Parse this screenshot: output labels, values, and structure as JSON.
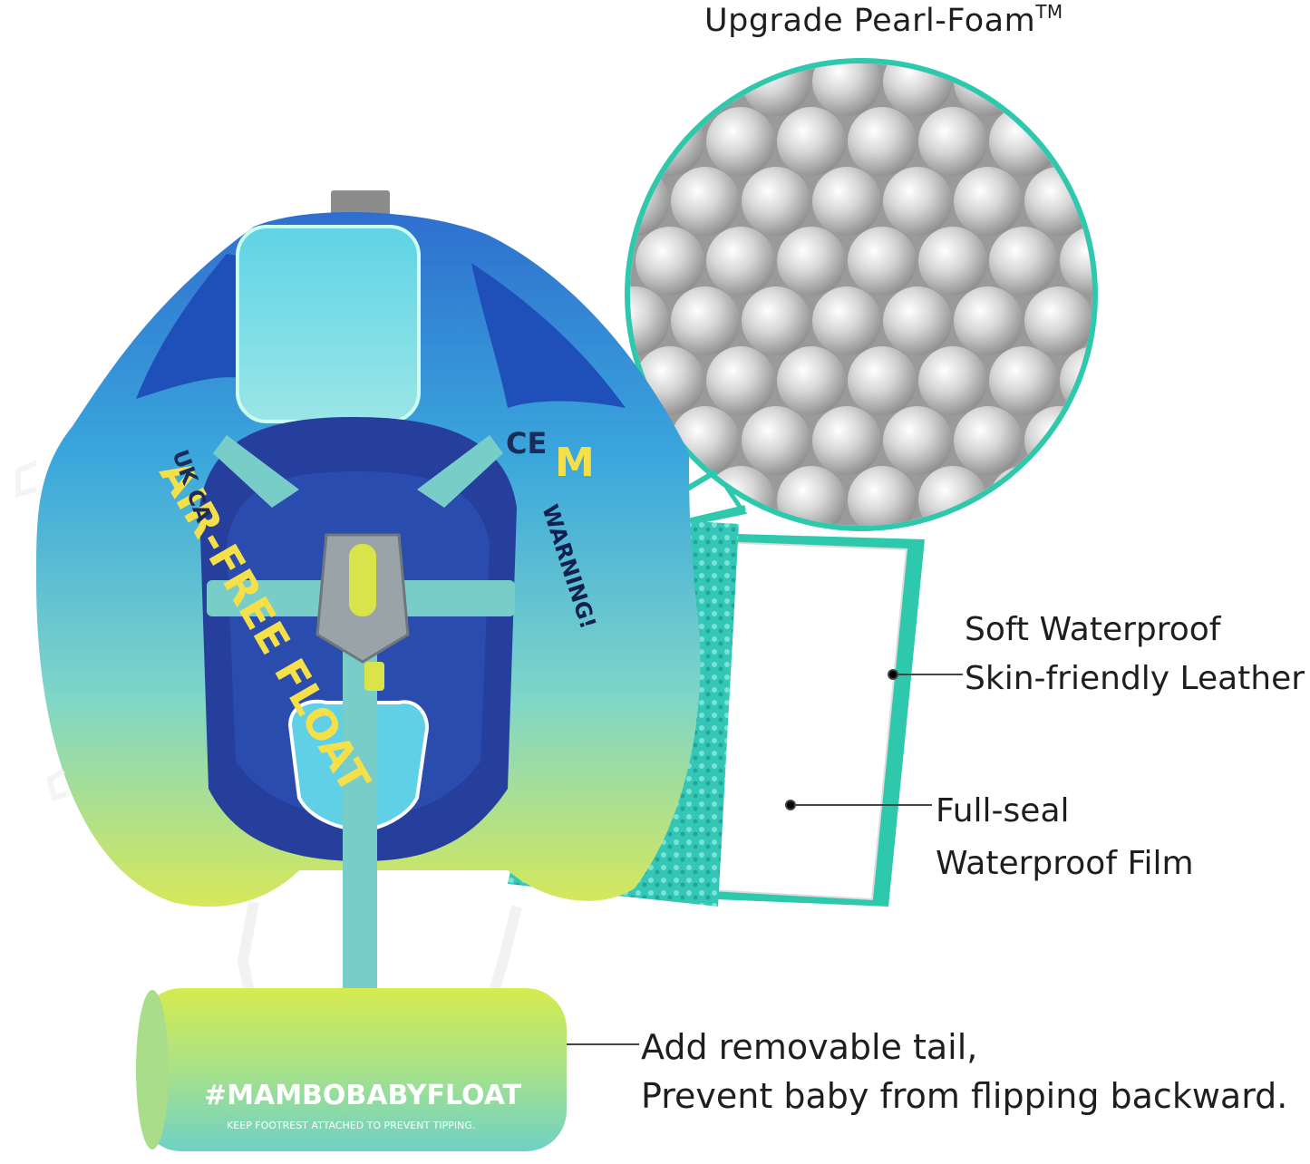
{
  "callouts": {
    "foam_title": "Upgrade Pearl-Foam",
    "foam_trademark": "TM",
    "leather_line1": "Soft Waterproof",
    "leather_line2": "Skin-friendly Leather",
    "film_line1": "Full-seal",
    "film_line2": "Waterproof Film",
    "tail_line1": "Add removable tail,",
    "tail_line2": "Prevent baby from flipping backward."
  },
  "product": {
    "side_text": "AIR-FREE FLOAT",
    "brand_partial": "M",
    "ce_mark": "CE",
    "ukca_mark": "UK CA",
    "warning_text": "WARNING!",
    "tail_brand": "#MAMBOBABYFLOAT",
    "tail_note": "KEEP FOOTREST ATTACHED TO PREVENT TIPPING."
  },
  "colors": {
    "accent_teal": "#2ec9ad",
    "float_blue": "#2f7fd2",
    "float_green": "#c9e05a",
    "strap_teal": "#79cdc8"
  }
}
